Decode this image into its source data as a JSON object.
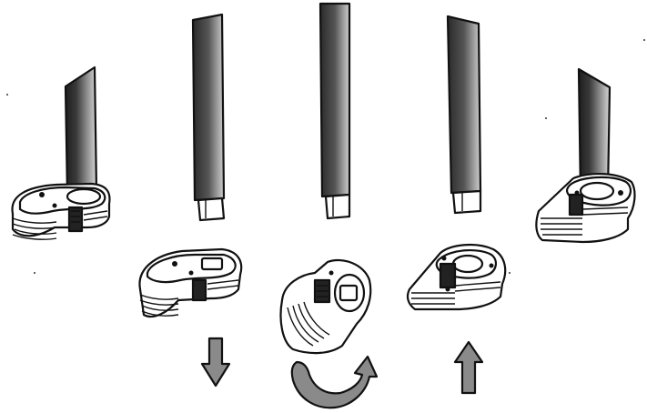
{
  "diagram": {
    "description_free": true,
    "colors": {
      "ink": "#111111",
      "paper": "#ffffff",
      "rod_dark": "#2a2a2a",
      "rod_light": "#c8c8c8",
      "arrow_fill": "#8a8a8a"
    },
    "stages": [
      {
        "rod": "rod-with-plug-installed",
        "clip": "clip-closed-on-rod"
      },
      {
        "rod": "rod-with-square-tip",
        "clip": "clip-removed",
        "arrow": "arrow-down-icon"
      },
      {
        "rod": "rod-with-square-tip",
        "clip": "clip-rotated",
        "arrow": "rotate-arrow-icon"
      },
      {
        "rod": "rod-with-square-tip",
        "clip": "clip-flipped",
        "arrow": "arrow-up-icon"
      },
      {
        "rod": "rod-with-plug-installed",
        "clip": "clip-closed-on-rod-flipped"
      }
    ]
  }
}
